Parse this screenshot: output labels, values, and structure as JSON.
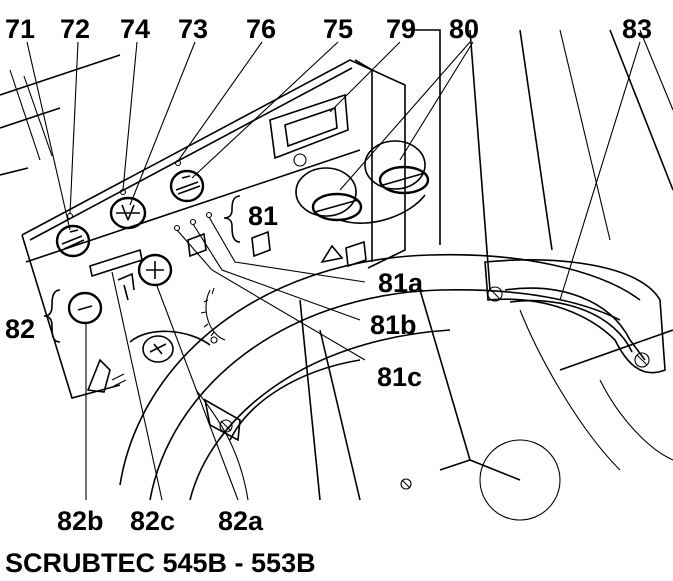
{
  "callouts": {
    "c71": "71",
    "c72": "72",
    "c74": "74",
    "c73": "73",
    "c76": "76",
    "c75": "75",
    "c79": "79",
    "c80": "80",
    "c83": "83",
    "c81": "81",
    "c81a": "81a",
    "c81b": "81b",
    "c81c": "81c",
    "c82": "82",
    "c82b": "82b",
    "c82c": "82c",
    "c82a": "82a"
  },
  "model_name": "SCRUBTEC 545B - 553B",
  "colors": {
    "ink": "#000000",
    "paper": "#ffffff"
  }
}
